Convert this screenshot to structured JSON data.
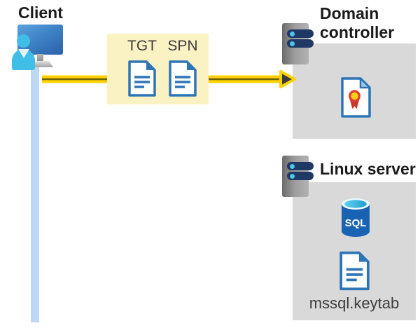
{
  "diagram": {
    "client": {
      "label": "Client"
    },
    "ticket_box": {
      "tgt_label": "TGT",
      "spn_label": "SPN"
    },
    "domain_controller": {
      "title": "Domain controller"
    },
    "linux_server": {
      "title": "Linux server",
      "sql_label": "SQL",
      "keytab_label": "mssql.keytab"
    },
    "icons": {
      "client": "person-at-computer-icon",
      "server": "server-icon",
      "tgt": "document-icon",
      "spn": "document-icon",
      "certificate": "certificate-icon",
      "database": "sql-database-icon",
      "keytab": "document-icon",
      "arrow": "arrow-right-icon"
    },
    "colors": {
      "highlight_box": "#FBF2C4",
      "arrow_yellow": "#FFD103",
      "arrow_core": "#6B6200",
      "arrowhead_dark": "#3A3A38",
      "container_gray": "#D9D9D9",
      "doc_blue": "#2E75B6",
      "client_line_blue": "#BDD8F4",
      "server_navy": "#1F3864",
      "server_dot_cyan": "#4FC3E8",
      "sql_body_blue": "#1A63B3",
      "sql_top_cyan": "#35B5E0",
      "cert_red": "#D6402F",
      "cert_gold": "#FFD019",
      "monitor_blue": "#3F83C6",
      "person_cyan": "#3FBFE7"
    }
  }
}
